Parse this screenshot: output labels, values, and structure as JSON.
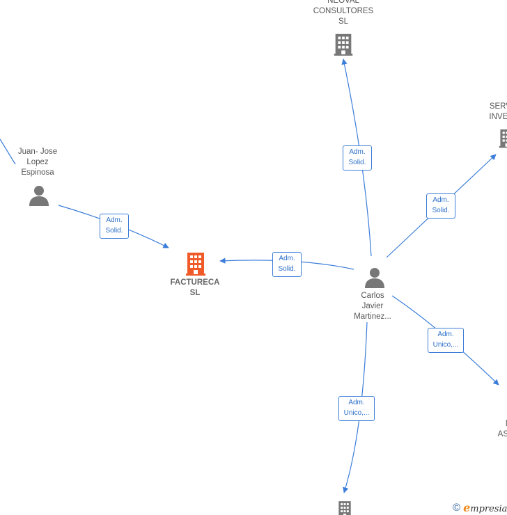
{
  "colors": {
    "edge": "#3b7dd8",
    "company_icon": "#777777",
    "focus_company_icon": "#f05a28",
    "person_icon": "#777777"
  },
  "nodes": [
    {
      "id": "neoval",
      "type": "company",
      "label": "NEOVAL\nCONSULTORES\nSL"
    },
    {
      "id": "servi",
      "type": "company",
      "label": "SERVI\nINVER"
    },
    {
      "id": "juan",
      "type": "person",
      "label": "Juan-  Jose\nLopez\nEspinosa"
    },
    {
      "id": "factureca",
      "type": "focus_company",
      "label": "FACTURECA\nSL"
    },
    {
      "id": "carlos",
      "type": "person",
      "label": "Carlos\nJavier\nMartinez..."
    },
    {
      "id": "asesores",
      "type": "company",
      "label": "N\nASES"
    },
    {
      "id": "bottom",
      "type": "company",
      "label": ""
    }
  ],
  "edges": [
    {
      "from": "carlos",
      "to": "neoval",
      "label": "Adm.\nSolid."
    },
    {
      "from": "carlos",
      "to": "servi",
      "label": "Adm.\nSolid."
    },
    {
      "from": "carlos",
      "to": "factureca",
      "label": "Adm.\nSolid."
    },
    {
      "from": "juan",
      "to": "factureca",
      "label": "Adm.\nSolid."
    },
    {
      "from": "carlos",
      "to": "asesores",
      "label": "Adm.\nUnico,..."
    },
    {
      "from": "carlos",
      "to": "bottom",
      "label": "Adm.\nUnico,..."
    }
  ],
  "footer": {
    "copyright_symbol": "©",
    "brand_initial": "e",
    "brand_rest": "mpresia"
  }
}
